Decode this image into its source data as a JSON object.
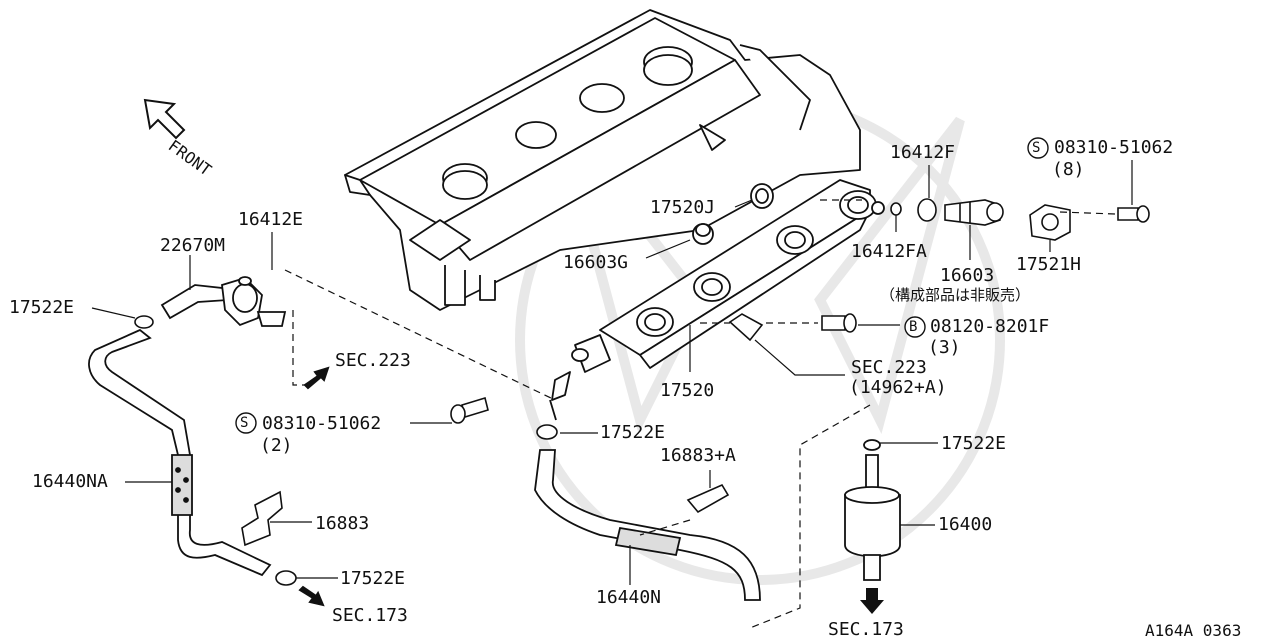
{
  "labels": {
    "front": "FRONT",
    "p16412F": "16412F",
    "s_bolt_top": "08310-51062",
    "s_bolt_top_qty": "(8)",
    "p17520J": "17520J",
    "p16412E": "16412E",
    "p22670M": "22670M",
    "p16603G": "16603G",
    "p16412FA": "16412FA",
    "p17521H": "17521H",
    "p16603": "16603",
    "p16603_note": "（構成部品は非販売）",
    "p17522E_left": "17522E",
    "b_bolt": "08120-8201F",
    "b_bolt_qty": "(3)",
    "sec223_left": "SEC.223",
    "sec223_right": "SEC.223",
    "sec223_right_sub": "(14962+A)",
    "p17520": "17520",
    "s_bolt_mid": "08310-51062",
    "s_bolt_mid_qty": "(2)",
    "p17522E_mid": "17522E",
    "p17522E_right": "17522E",
    "p16440NA": "16440NA",
    "p16883A": "16883+A",
    "p16883": "16883",
    "p16400": "16400",
    "p17522E_bottom": "17522E",
    "p16440N": "16440N",
    "sec173_left": "SEC.173",
    "sec173_right": "SEC.173",
    "ref_code": "A164A 0363",
    "s_mark": "S",
    "b_mark": "B"
  }
}
